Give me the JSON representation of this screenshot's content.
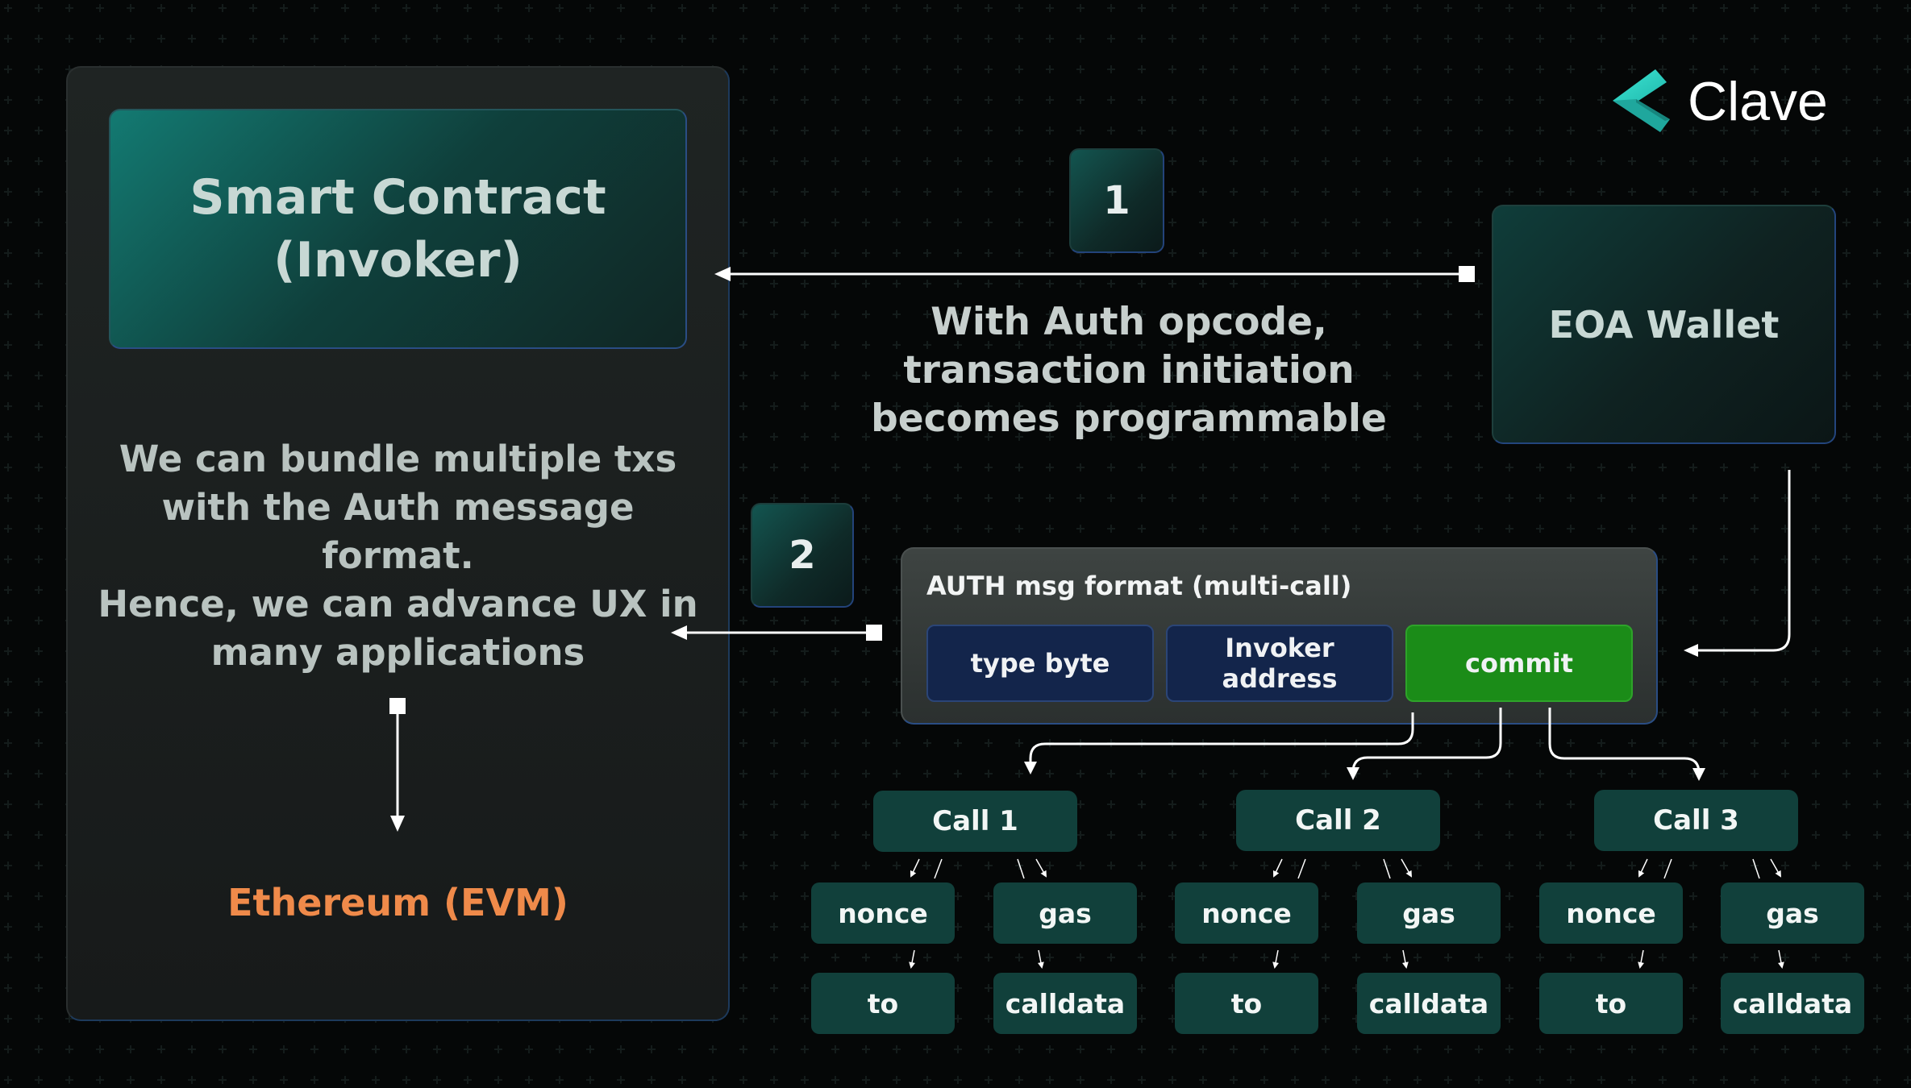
{
  "brand": {
    "name": "Clave",
    "accent": "#2fd3c2"
  },
  "smart_contract": {
    "line1": "Smart Contract",
    "line2": "(Invoker)"
  },
  "left_description": {
    "line1": "We can bundle multiple txs",
    "line2": "with the Auth message format.",
    "line3": "Hence, we can advance UX in",
    "line4": "many applications"
  },
  "evm_label": "Ethereum (EVM)",
  "step1": "1",
  "step2": "2",
  "auth_description": {
    "line1": "With Auth opcode,",
    "line2": "transaction initiation",
    "line3": "becomes programmable"
  },
  "eoa_wallet": "EOA Wallet",
  "auth_msg": {
    "title": "AUTH msg format (multi-call)",
    "fields": {
      "type_byte": "type byte",
      "invoker_line1": "Invoker",
      "invoker_line2": "address",
      "commit": "commit"
    }
  },
  "calls": [
    {
      "label": "Call 1",
      "nonce": "nonce",
      "gas": "gas",
      "to": "to",
      "calldata": "calldata"
    },
    {
      "label": "Call 2",
      "nonce": "nonce",
      "gas": "gas",
      "to": "to",
      "calldata": "calldata"
    },
    {
      "label": "Call 3",
      "nonce": "nonce",
      "gas": "gas",
      "to": "to",
      "calldata": "calldata"
    }
  ],
  "colors": {
    "background": "#050707",
    "evm_orange": "#ef8a4a",
    "commit_green": "#1b8c18",
    "field_navy": "#13254b",
    "call_teal": "#11403b"
  }
}
